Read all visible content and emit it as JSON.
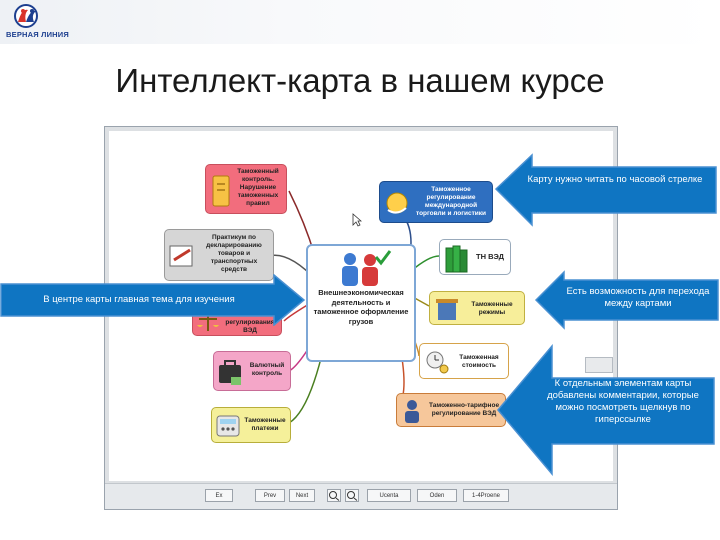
{
  "header": {
    "logo_text": "ВЕРНАЯ ЛИНИЯ",
    "title": "Интеллект-карта в нашем курсе"
  },
  "mindmap": {
    "center_label": "Внешнеэкономическая деятельность и таможенное оформление грузов",
    "nodes": [
      {
        "id": "customs-control",
        "label": "Таможенный контроль. Нарушение таможенных правил",
        "color": "#f26d7d"
      },
      {
        "id": "practicum",
        "label": "Практикум по декларированию товаров и транспортных средств",
        "color": "#d6d6d6"
      },
      {
        "id": "regulation",
        "label": "регулирования ВЭД",
        "color": "#f26d7d"
      },
      {
        "id": "currency-control",
        "label": "Валютный контроль",
        "color": "#f4a6c8"
      },
      {
        "id": "customs-payments",
        "label": "Таможенные платежи",
        "color": "#f5f09a"
      },
      {
        "id": "intl-trade",
        "label": "Таможенное регулирование международной торговли и логистики",
        "color": "#2f6fc0"
      },
      {
        "id": "tn-ved",
        "label": "ТН ВЭД",
        "color": "#ffffff"
      },
      {
        "id": "customs-regimes",
        "label": "Таможенные режимы",
        "color": "#f7ee9a"
      },
      {
        "id": "customs-value",
        "label": "Таможенная стоимость",
        "color": "#ffffff"
      },
      {
        "id": "tariff-regulation",
        "label": "Таможенно-тарифное регулирование ВЭД",
        "color": "#f6c79b"
      }
    ]
  },
  "callouts": {
    "clockwise": "Карту нужно читать по часовой стрелке",
    "center_topic": "В центре карты главная тема для изучения",
    "switch_maps": "Есть возможность для перехода между картами",
    "comments": "К отдельным элементам карты добавлены комментарии, которые можно посмотреть щелкнув по гиперссылке"
  },
  "toolbar": {
    "buttons": [
      "Ex",
      "Prev",
      "Next",
      "",
      "",
      "Ucenta",
      "Oden",
      "1-4Proene"
    ]
  },
  "colors": {
    "callout_fill": "#0f75c2",
    "center_border": "#7ea7d6"
  }
}
